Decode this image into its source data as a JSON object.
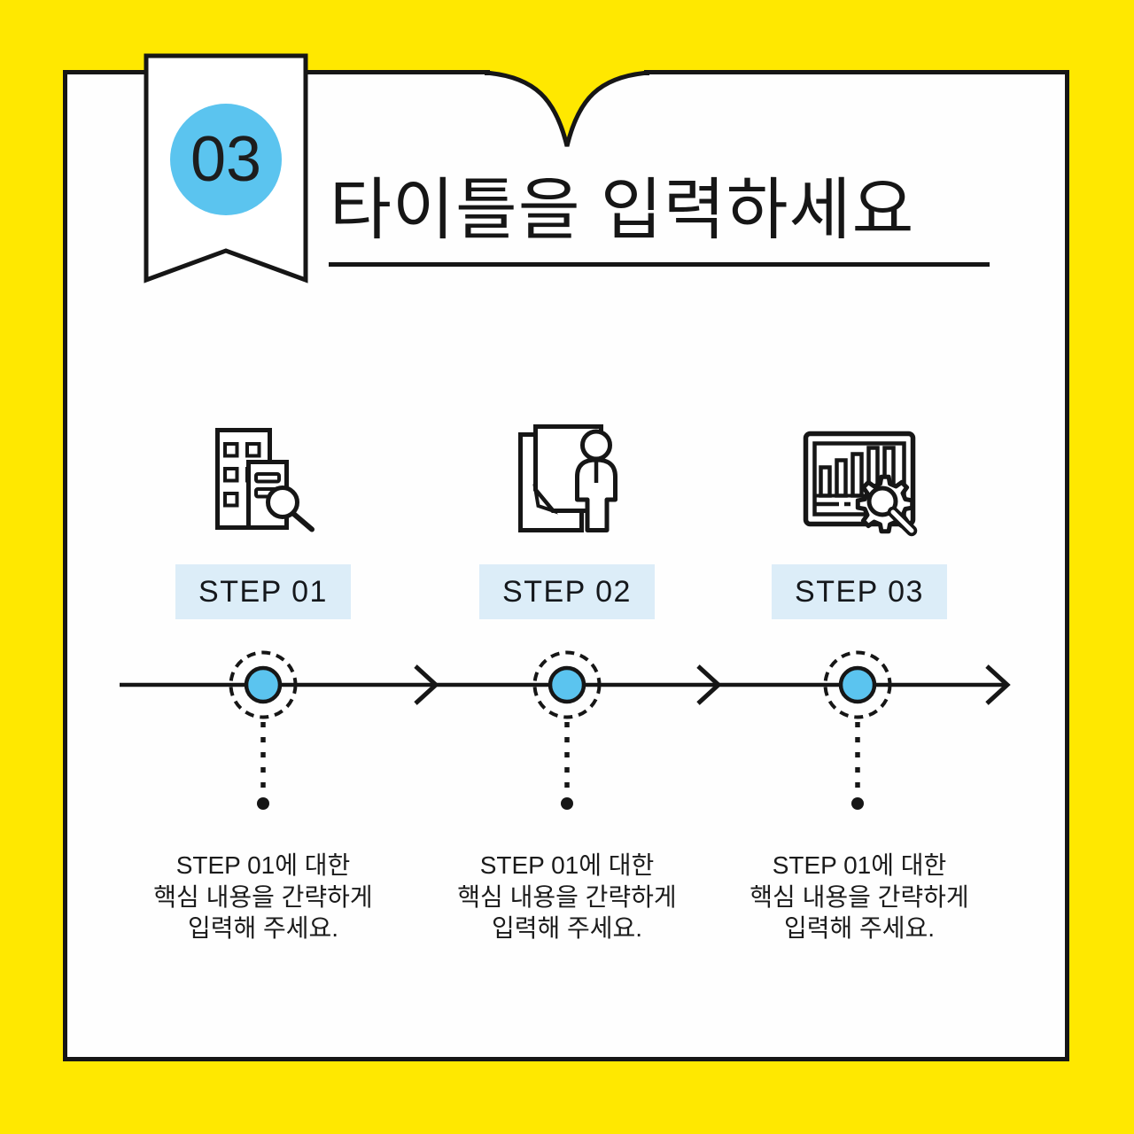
{
  "colors": {
    "yellow": "#ffe800",
    "ink": "#161616",
    "blue": "#5bc4ef",
    "labelbg": "#dcedf8",
    "card": "#fefefe"
  },
  "badge": {
    "number": "03"
  },
  "header": {
    "title": "타이틀을 입력하세요"
  },
  "steps": [
    {
      "label": "STEP 01",
      "icon": "building-search-icon",
      "desc": [
        "STEP 01에 대한",
        "핵심 내용을 간략하게",
        "입력해 주세요."
      ]
    },
    {
      "label": "STEP 02",
      "icon": "document-person-icon",
      "desc": [
        "STEP 01에 대한",
        "핵심 내용을 간략하게",
        "입력해 주세요."
      ]
    },
    {
      "label": "STEP 03",
      "icon": "chart-gear-search-icon",
      "desc": [
        "STEP 01에 대한",
        "핵심 내용을 간략하게",
        "입력해 주세요."
      ]
    }
  ]
}
